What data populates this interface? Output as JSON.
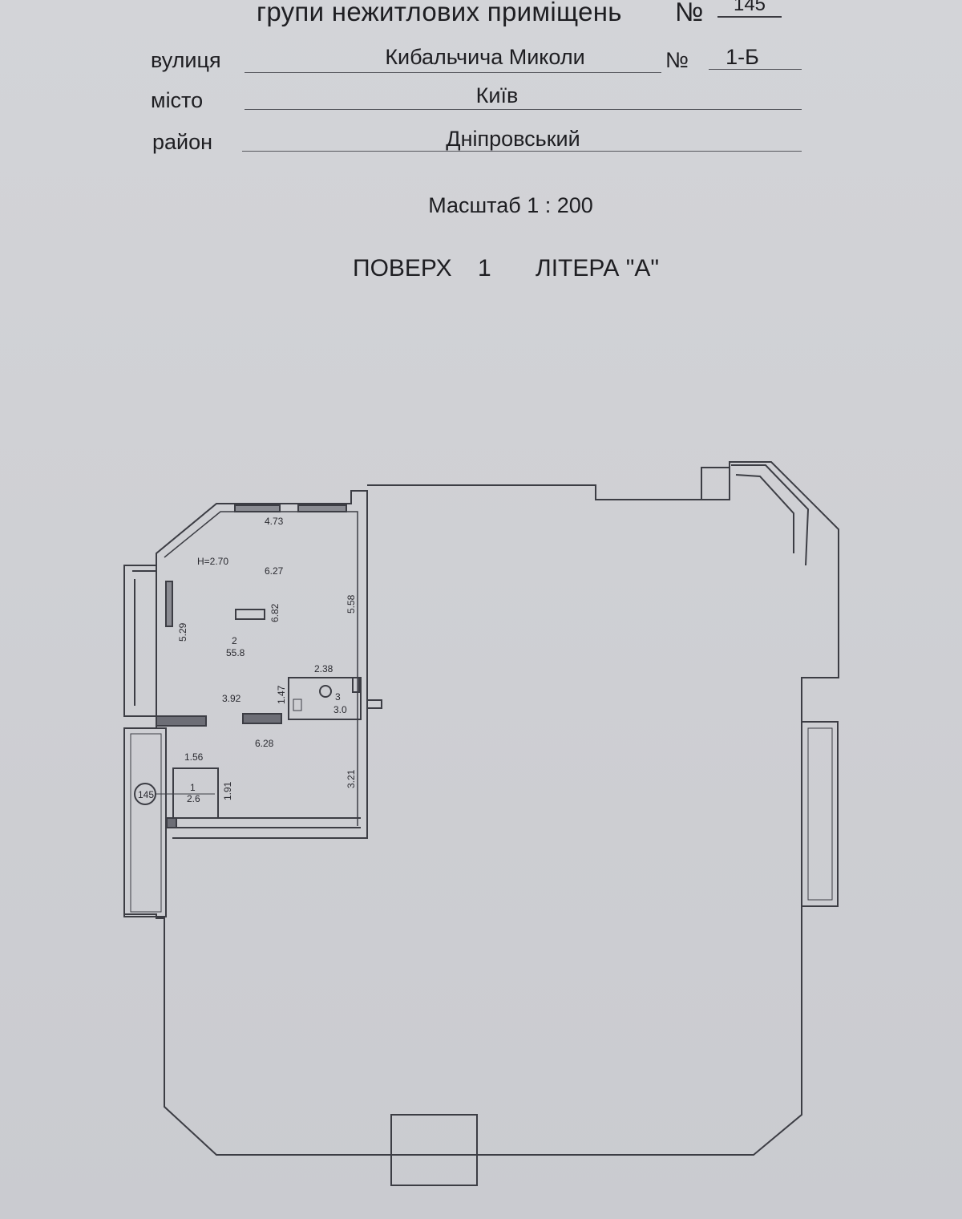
{
  "header": {
    "title": "групи нежитлових приміщень",
    "no_label": "№",
    "no_value": "145"
  },
  "fields": {
    "street_label": "вулиця",
    "street_value": "Кибальчича Миколи",
    "house_no_label": "№",
    "house_no_value": "1-Б",
    "city_label": "місто",
    "city_value": "Київ",
    "district_label": "район",
    "district_value": "Дніпровський"
  },
  "scale": "Масштаб 1 : 200",
  "floor": {
    "label": "ПОВЕРХ",
    "number": "1",
    "letter": "ЛІТЕРА \"А\""
  },
  "plan": {
    "height_note": "H=2.70",
    "group_marker": "145",
    "rooms": [
      {
        "number": "1",
        "area": "2.6"
      },
      {
        "number": "2",
        "area": "55.8"
      },
      {
        "number": "3",
        "area": "3.0"
      }
    ],
    "dimensions": {
      "top_wall": "4.73",
      "room2_width_top": "6.27",
      "room2_depth": "6.82",
      "left_wall": "5.29",
      "right_wall_upper": "5.58",
      "wc_width": "2.38",
      "wc_depth": "1.47",
      "inner_width": "3.92",
      "room2_width_bottom": "6.28",
      "room1_width": "1.56",
      "room1_depth": "1.91",
      "right_wall_lower": "3.21"
    }
  }
}
